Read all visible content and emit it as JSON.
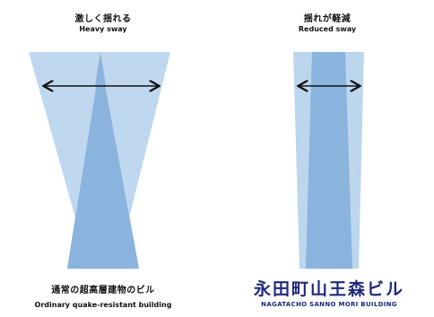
{
  "left_panel": {
    "title_jp": "激しく揺れる",
    "title_en": "Heavy sway",
    "caption_jp": "通常の超高層建物のビル",
    "caption_en": "Ordinary quake-resistant building"
  },
  "right_panel": {
    "title_jp": "揺れが軽減",
    "title_en": "Reduced sway",
    "brand_jp": "永田町山王森ビル",
    "brand_en": "NAGATACHO SANNO MORI BUILDING"
  },
  "colors": {
    "outer_fill": "#bcd6ee",
    "inner_fill": "#8ab3dd",
    "arrow": "#111111",
    "brand": "#1e2a7a"
  }
}
